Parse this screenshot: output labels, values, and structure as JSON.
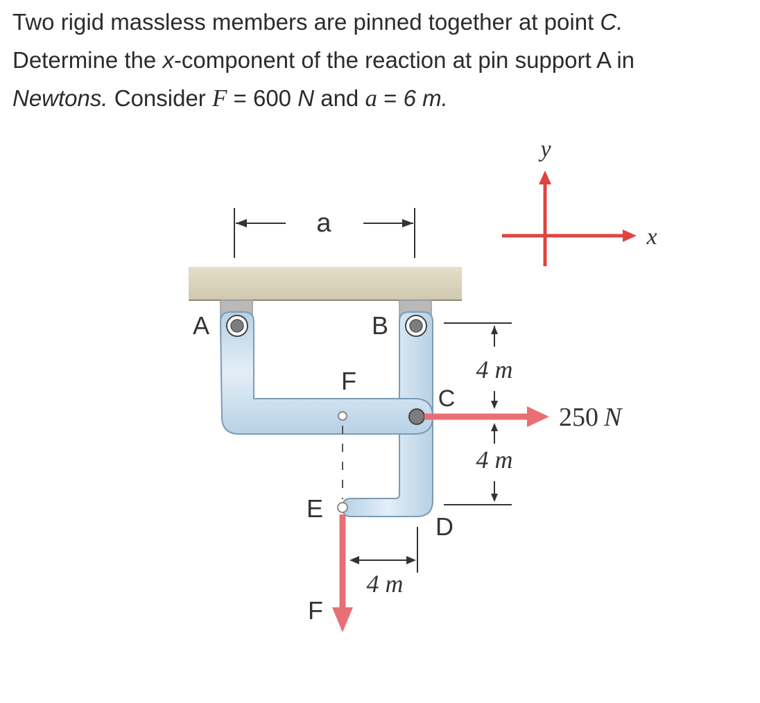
{
  "problem": {
    "line1": "Two rigid massless members are pinned together at point ",
    "line1_point": "C.",
    "line2_a": "Determine the ",
    "line2_x": "x",
    "line2_b": "-component of the reaction at pin support A in",
    "line3_newtons": "Newtons.",
    "line3_consider": " Consider ",
    "F_symbol": "F",
    "equals": " = ",
    "F_value": "600 ",
    "F_unit": "N",
    "and": " and ",
    "a_symbol": "a",
    "a_value": "6 m."
  },
  "diagram": {
    "axis_x": "x",
    "axis_y": "y",
    "dim_a": "a",
    "label_A": "A",
    "label_B": "B",
    "label_C": "C",
    "label_D": "D",
    "label_E": "E",
    "label_F_point": "F",
    "label_F_force": "F",
    "dim_4m_upper": "4 m",
    "dim_4m_lower": "4 m",
    "dim_4m_bottom": "4 m",
    "force_250_value": "250",
    "force_250_unit": "N"
  },
  "colors": {
    "ceiling": "#d9d3bd",
    "member_fill": "#c9deee",
    "member_stroke": "#7b9bb5",
    "support": "#b5b5b5",
    "force": "#e86f73",
    "axis": "#e0443f"
  }
}
